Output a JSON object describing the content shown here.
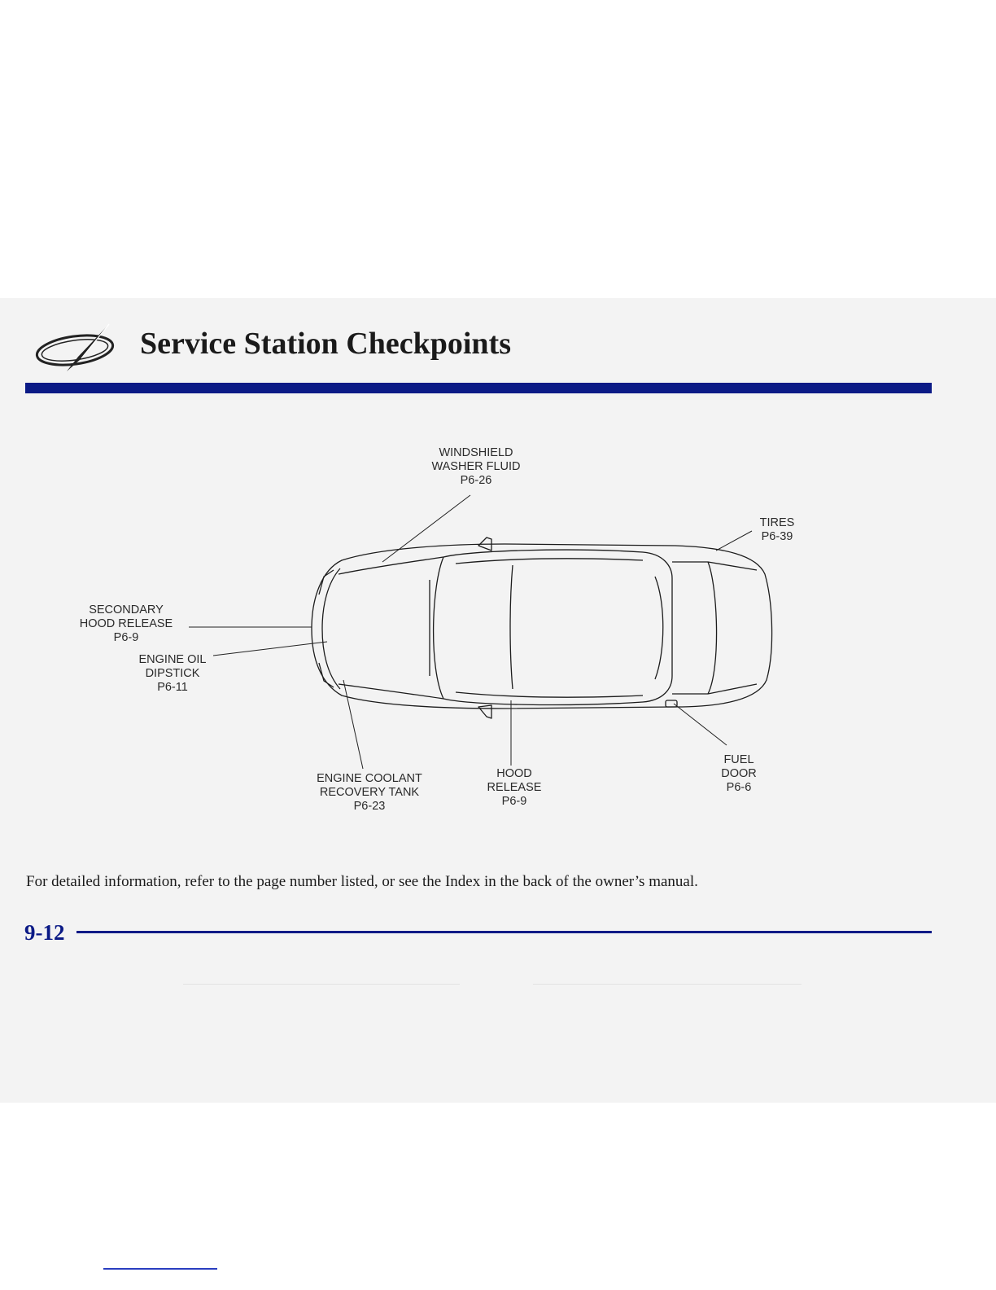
{
  "header": {
    "title": "Service Station Checkpoints",
    "logo_icon": "oldsmobile-rocket-emblem-icon"
  },
  "callouts": {
    "windshield_washer_fluid": {
      "line1": "WINDSHIELD",
      "line2": "WASHER FLUID",
      "page": "P6-26"
    },
    "tires": {
      "line1": "TIRES",
      "page": "P6-39"
    },
    "secondary_hood_release": {
      "line1": "SECONDARY",
      "line2": "HOOD RELEASE",
      "page": "P6-9"
    },
    "engine_oil_dipstick": {
      "line1": "ENGINE OIL",
      "line2": "DIPSTICK",
      "page": "P6-11"
    },
    "engine_coolant_recovery_tank": {
      "line1": "ENGINE COOLANT",
      "line2": "RECOVERY TANK",
      "page": "P6-23"
    },
    "hood_release": {
      "line1": "HOOD",
      "line2": "RELEASE",
      "page": "P6-9"
    },
    "fuel_door": {
      "line1": "FUEL",
      "line2": "DOOR",
      "page": "P6-6"
    }
  },
  "footnote": "For detailed information, refer to the page number listed, or see the Index in the back of the owner’s manual.",
  "footer": {
    "page_number": "9-12"
  },
  "colors": {
    "accent_blue": "#0b1a86",
    "page_background": "#f3f3f3",
    "line_art": "#1c1c1c"
  }
}
